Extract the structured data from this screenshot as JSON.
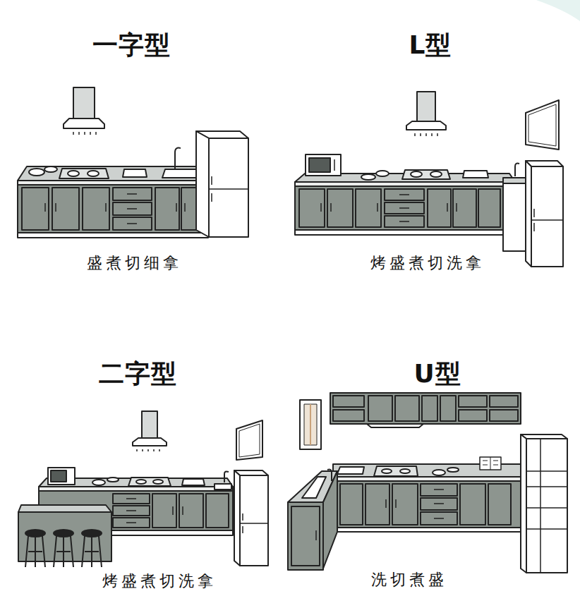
{
  "diagram": {
    "labels": [
      "一字型",
      "盛煮切细拿",
      "L型",
      "烤盛煮切洗拿",
      "二字型",
      "烤盛煮切洗拿",
      "U型",
      "洗切煮盛"
    ]
  }
}
